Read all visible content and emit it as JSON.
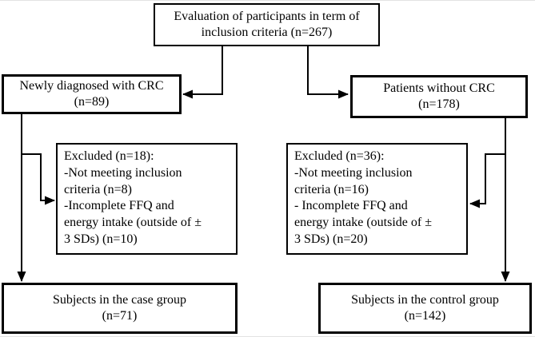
{
  "figure": {
    "type": "participant-flow-diagram",
    "colors": {
      "background": "#ffffff",
      "line": "#000000",
      "text": "#000000",
      "box_fill": "#ffffff"
    },
    "nodes": {
      "evaluation": {
        "text": "Evaluation of participants in term of\ninclusion criteria (n=267)"
      },
      "newly_diagnosed": {
        "text": "Newly diagnosed with CRC\n(n=89)"
      },
      "patients_without_crc": {
        "text": "Patients without CRC\n(n=178)"
      },
      "excluded_case": {
        "text": "Excluded (n=18):\n-Not meeting inclusion\ncriteria (n=8)\n-Incomplete FFQ and\nenergy intake (outside of ±\n3 SDs) (n=10)"
      },
      "excluded_control": {
        "text": "Excluded (n=36):\n-Not meeting inclusion\ncriteria (n=16)\n- Incomplete FFQ and\nenergy intake (outside of ±\n3 SDs) (n=20)"
      },
      "case_group": {
        "text": "Subjects in the case group\n(n=71)"
      },
      "control_group": {
        "text": "Subjects in the control group\n(n=142)"
      }
    },
    "edges": [
      {
        "from": "evaluation",
        "to": "newly_diagnosed"
      },
      {
        "from": "evaluation",
        "to": "patients_without_crc"
      },
      {
        "from": "newly_diagnosed",
        "to": "excluded_case"
      },
      {
        "from": "newly_diagnosed",
        "to": "case_group"
      },
      {
        "from": "patients_without_crc",
        "to": "excluded_control"
      },
      {
        "from": "patients_without_crc",
        "to": "control_group"
      }
    ]
  }
}
